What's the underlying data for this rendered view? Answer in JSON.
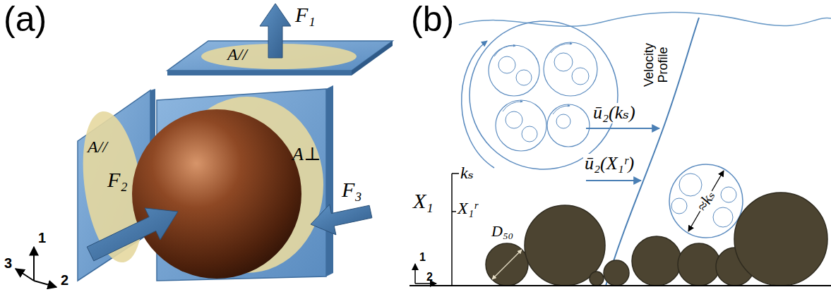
{
  "diagram": {
    "labels": [
      "(a)",
      "F₁",
      "A//",
      "A//",
      "A⊥",
      "F₂",
      "F₃",
      "1",
      "3",
      "2",
      "(b)",
      "Velocity Profile",
      "ū₂(kₛ)",
      "kₛ",
      "X₁",
      "X₁ʳ",
      "ū₂(X₁ʳ)",
      "≈kₛ",
      "D₅₀",
      "1",
      "2"
    ]
  }
}
